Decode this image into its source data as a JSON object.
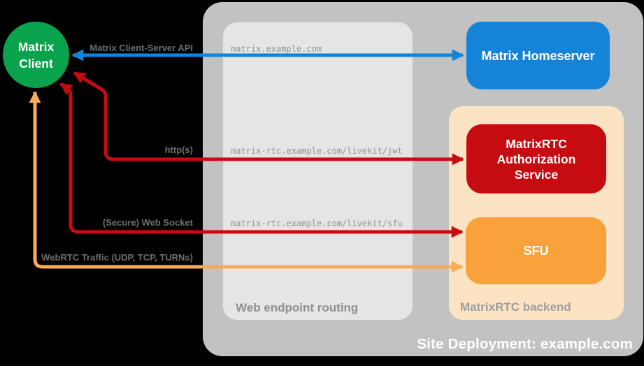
{
  "nodes": {
    "client": "Matrix Client",
    "homeserver": "Matrix Homeserver",
    "auth_service": "MatrixRTC Authorization Service",
    "sfu": "SFU"
  },
  "containers": {
    "site": "Site Deployment: example.com",
    "routing": "Web endpoint routing",
    "backend": "MatrixRTC backend"
  },
  "arrows": {
    "api": {
      "label": "Matrix Client-Server API",
      "endpoint": "matrix.example.com",
      "color": "#1584D8"
    },
    "http": {
      "label": "http(s)",
      "endpoint": "matrix-rtc.example.com/livekit/jwt",
      "color": "#C60B11"
    },
    "websocket": {
      "label": "(Secure) Web Socket",
      "endpoint": "matrix-rtc.example.com/livekit/sfu",
      "color": "#C60B11"
    },
    "webrtc": {
      "label": "WebRTC Traffic (UDP, TCP, TURNs)",
      "color": "#F9AC55"
    }
  },
  "colors": {
    "client_green": "#0AA34D",
    "homeserver_blue": "#1584D8",
    "auth_red": "#C60B11",
    "sfu_orange": "#F9A23C",
    "backend_peach": "#FCE3C3",
    "site_gray": "#C2C2C2",
    "routing_gray": "#E5E5E5",
    "background": "#000000"
  }
}
